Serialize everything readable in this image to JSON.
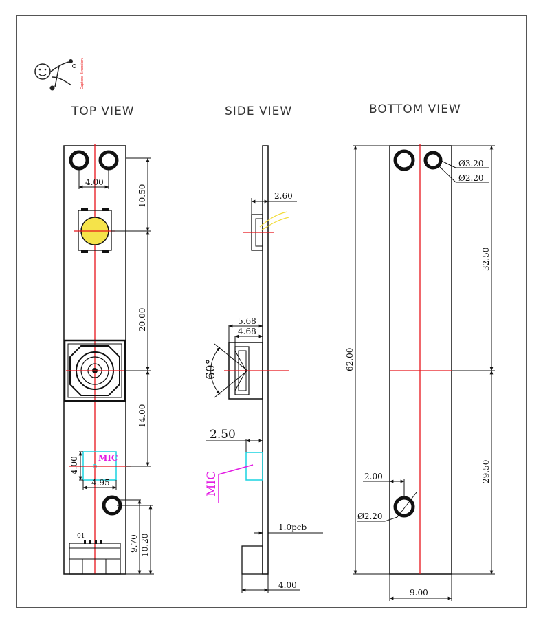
{
  "logo": {
    "text": "Capture Binection"
  },
  "views": {
    "top": "TOP VIEW",
    "side": "SIDE VIEW",
    "bottom": "BOTTOM VIEW"
  },
  "top_view": {
    "hole_spacing": "4.00",
    "dim_1": "10.50",
    "dim_2": "20.00",
    "dim_3": "14.00",
    "mic_label": "MIC",
    "mic_height": "4.00",
    "mic_width": "4.95",
    "bottom_hole_1": "9.70",
    "bottom_hole_2": "10.20",
    "connector_pin": "01"
  },
  "side_view": {
    "led_depth": "2.60",
    "lens_outer": "5.68",
    "lens_inner": "4.68",
    "angle": "60°",
    "mic_depth": "2.50",
    "mic_label": "MIC",
    "pcb": "1.0pcb",
    "connector": "4.00"
  },
  "bottom_view": {
    "hole_big": "Ø3.20",
    "hole_small": "Ø2.20",
    "upper": "32.50",
    "total": "62.00",
    "lower": "29.50",
    "hole_offset": "2.00",
    "bottom_hole": "Ø2.20",
    "width": "9.00"
  },
  "colors": {
    "center_line": "#e8141b",
    "mic": "#19d3e0",
    "mic_text": "#e31ce3",
    "led": "#f5e34a",
    "annotation": "#f2dc3a"
  }
}
